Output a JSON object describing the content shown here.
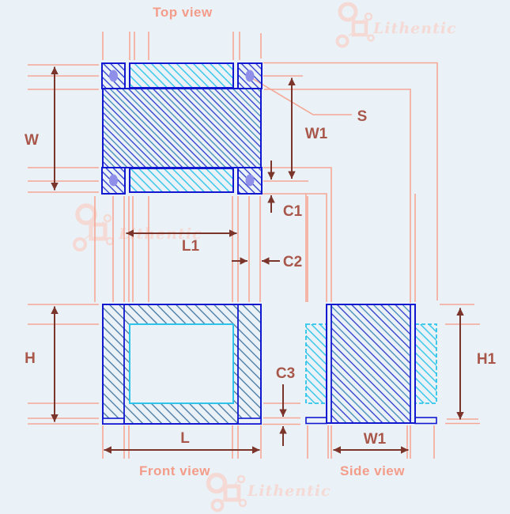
{
  "drawing": {
    "titles": {
      "top_view": "Top view",
      "front_view": "Front view",
      "side_view": "Side view"
    },
    "dimensions": {
      "w": "W",
      "w1_top": "W1",
      "s": "S",
      "c1": "C1",
      "c2": "C2",
      "l1": "L1",
      "h": "H",
      "l": "L",
      "c3": "C3",
      "h1": "H1",
      "w1_side": "W1"
    }
  },
  "watermark": {
    "brand": "Lithentic"
  },
  "colors": {
    "bg": "#eaf2f7",
    "pink-line": "#f5a795",
    "salmon-text": "#f49c8a",
    "arrow": "#7c352b",
    "label": "#a8574a",
    "blue": "#1218cf",
    "steel": "#41739f",
    "navy-hatch": "#2434cc",
    "teal-hatch": "#3e86b5",
    "cyan": "#2cc4ea",
    "screw": "#8f8fea",
    "watermark": "#f5d9d5"
  }
}
